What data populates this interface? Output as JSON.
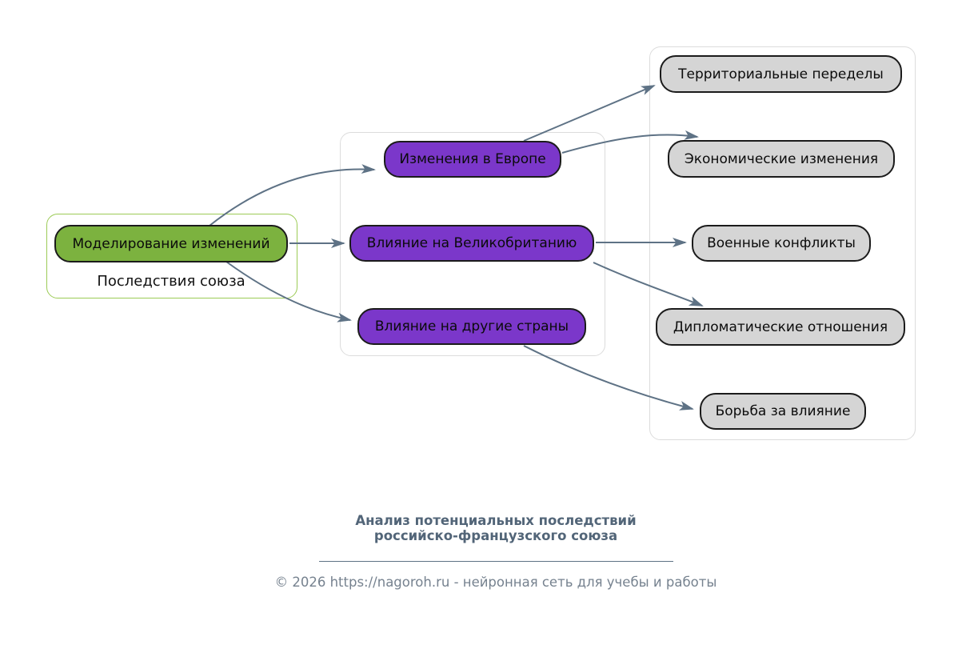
{
  "diagram": {
    "type": "mindmap-flowchart",
    "groups": {
      "left": {
        "label": "Последствия союза"
      }
    },
    "nodes": {
      "modeling": {
        "label": "Моделирование изменений",
        "kind": "root"
      },
      "europe": {
        "label": "Изменения в Европе",
        "kind": "branch"
      },
      "britain": {
        "label": "Влияние на Великобританию",
        "kind": "branch"
      },
      "others": {
        "label": "Влияние на другие страны",
        "kind": "branch"
      },
      "territorial": {
        "label": "Территориальные переделы",
        "kind": "leaf"
      },
      "economic": {
        "label": "Экономические изменения",
        "kind": "leaf"
      },
      "military": {
        "label": "Военные конфликты",
        "kind": "leaf"
      },
      "diplomatic": {
        "label": "Дипломатические отношения",
        "kind": "leaf"
      },
      "struggle": {
        "label": "Борьба за влияние",
        "kind": "leaf"
      }
    },
    "edges": [
      {
        "from": "modeling",
        "to": "europe"
      },
      {
        "from": "modeling",
        "to": "britain"
      },
      {
        "from": "modeling",
        "to": "others"
      },
      {
        "from": "europe",
        "to": "territorial"
      },
      {
        "from": "europe",
        "to": "economic"
      },
      {
        "from": "britain",
        "to": "military"
      },
      {
        "from": "britain",
        "to": "diplomatic"
      },
      {
        "from": "others",
        "to": "struggle"
      }
    ]
  },
  "footer": {
    "title_line1": "Анализ потенциальных последствий",
    "title_line2": "российско-французского союза",
    "credit": "© 2026 https://nagoroh.ru - нейронная сеть для учебы и работы"
  },
  "colors": {
    "green": "#7cb23f",
    "green-border": "#9ccb56",
    "purple": "#7b37ca",
    "gray": "#d5d5d5",
    "edge": "#5e7285",
    "title": "#526578",
    "credit": "#76828f"
  }
}
